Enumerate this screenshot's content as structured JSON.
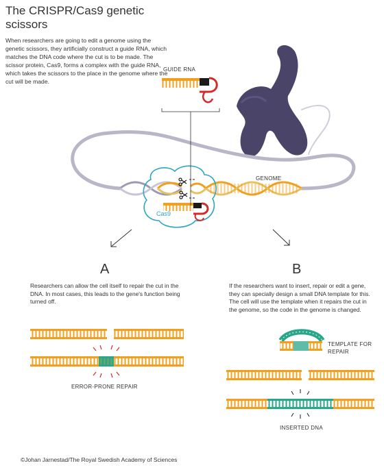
{
  "title": "The CRISPR/Cas9 genetic scissors",
  "intro": "When researchers are going to edit a genome using the genetic scissors, they artificially construct a guide RNA, which matches the DNA code where the cut is to be made. The scissor protein, Cas9, forms a complex with the guide RNA, which takes the scissors to the place in the genome where the cut will be made.",
  "labels": {
    "guide_rna": "GUIDE RNA",
    "genome": "GENOME",
    "cas9": "Cas9",
    "template_for_repair": "TEMPLATE FOR REPAIR",
    "error_prone_repair": "ERROR-PRONE REPAIR",
    "inserted_dna": "INSERTED DNA"
  },
  "options": {
    "a_letter": "A",
    "a_text": "Researchers can allow the cell itself to repair the cut in the DNA. In most cases, this leads to the gene's function being turned off.",
    "b_letter": "B",
    "b_text": "If the researchers want to insert, repair or edit a gene, they can specially design a small DNA template for this. The cell will use the template when it repairs the cut in the genome, so the code in the genome is changed."
  },
  "credit": "©Johan Jarnestad/The Royal Swedish Academy of Sciences",
  "colors": {
    "dna_orange": "#f0a020",
    "dna_gold": "#e8c060",
    "inserted_green": "#2aa68a",
    "rna_red": "#d42a2a",
    "rna_black": "#1a1a1a",
    "cas9_blue": "#2aa6c4",
    "chromosome": "#4a4468",
    "text": "#333333"
  },
  "icons": [
    "scissors-icon",
    "arrow-down-left-icon",
    "arrow-down-right-icon",
    "chromosome-illustration"
  ]
}
